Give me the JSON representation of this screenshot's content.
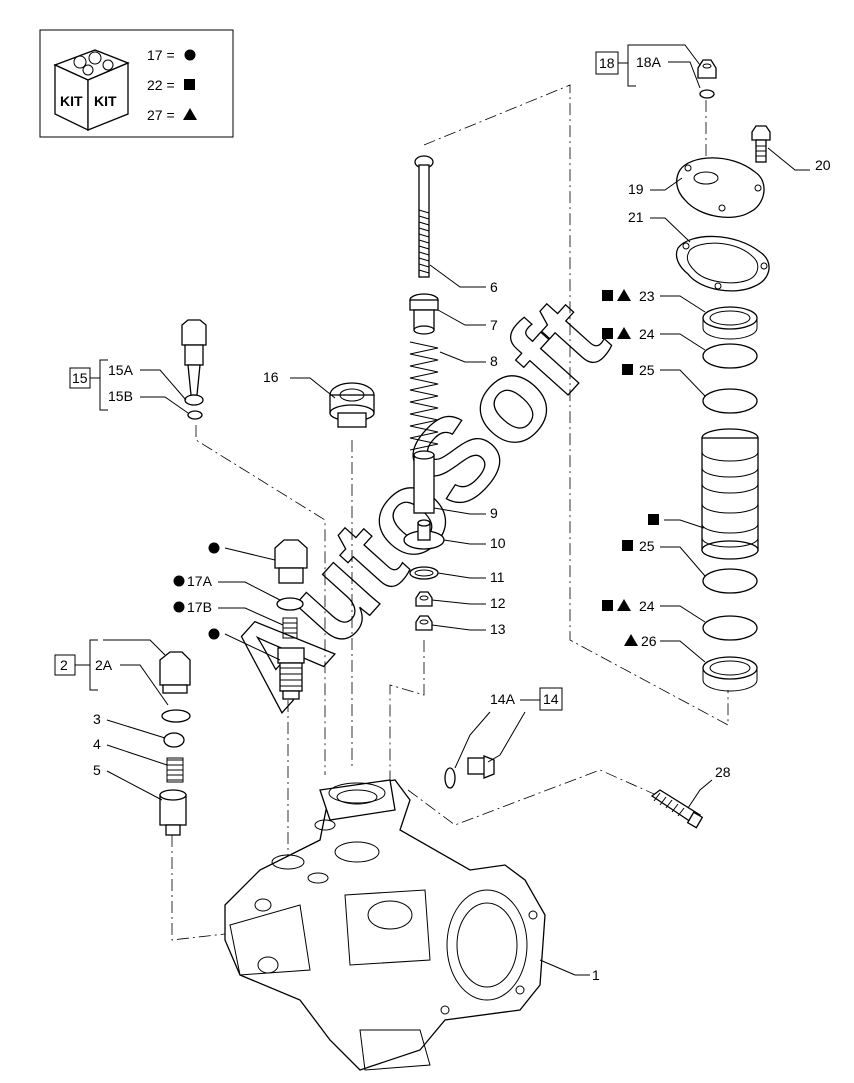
{
  "watermark": "AutoSoft",
  "kit_legend": {
    "box_text": [
      "KIT",
      "KIT"
    ],
    "rows": [
      {
        "text": "17 =",
        "symbol": "circle"
      },
      {
        "text": "22 =",
        "symbol": "square"
      },
      {
        "text": "27 =",
        "symbol": "triangle"
      }
    ]
  },
  "callouts": {
    "c1": "1",
    "c2": "2",
    "c2A": "2A",
    "c3": "3",
    "c4": "4",
    "c5": "5",
    "c6": "6",
    "c7": "7",
    "c8": "8",
    "c9": "9",
    "c10": "10",
    "c11": "11",
    "c12": "12",
    "c13": "13",
    "c14": "14",
    "c14A": "14A",
    "c15": "15",
    "c15A": "15A",
    "c15B": "15B",
    "c16": "16",
    "c17A": "17A",
    "c17B": "17B",
    "c18": "18",
    "c18A": "18A",
    "c19": "19",
    "c20": "20",
    "c21": "21",
    "c23": "23",
    "c24a": "24",
    "c25a": "25",
    "c25b": "25",
    "c24b": "24",
    "c26": "26",
    "c28": "28"
  }
}
